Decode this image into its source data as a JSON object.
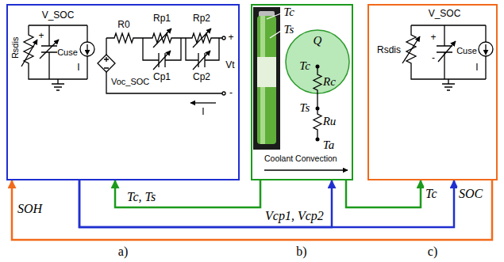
{
  "diagram": {
    "nodes": [
      {
        "text": [
          "V_SOC",
          "Rsdis",
          "+",
          "Cuse",
          "I",
          "R0",
          "Rp1",
          "Rp2",
          "Cp1",
          "Cp2",
          "Voc_SOC",
          "+",
          "Vt",
          "-",
          "I"
        ]
      },
      {
        "text": [
          "Tc",
          "Ts",
          "Q",
          "Tc",
          "Rc",
          "Ts",
          "Ru",
          "Ta",
          "Coolant Convection"
        ]
      },
      {
        "text": [
          "V_SOC",
          "Rsdis",
          "+",
          "Cuse",
          "-",
          "I"
        ]
      }
    ],
    "edges": [
      {
        "from": 2,
        "to": 0,
        "arrow": "to",
        "label": "SOH"
      },
      {
        "from": 1,
        "to": 0,
        "arrow": "to",
        "label": "Tc, Ts"
      },
      {
        "from": 0,
        "to": 1,
        "arrow": "to",
        "label": "Vcp1, Vcp2"
      },
      {
        "from": 1,
        "to": 2,
        "arrow": "to",
        "label": "Tc"
      },
      {
        "from": 0,
        "to": 2,
        "arrow": "to",
        "label": "SOC"
      }
    ],
    "labels": [
      "a)",
      "b)",
      "c)"
    ]
  }
}
